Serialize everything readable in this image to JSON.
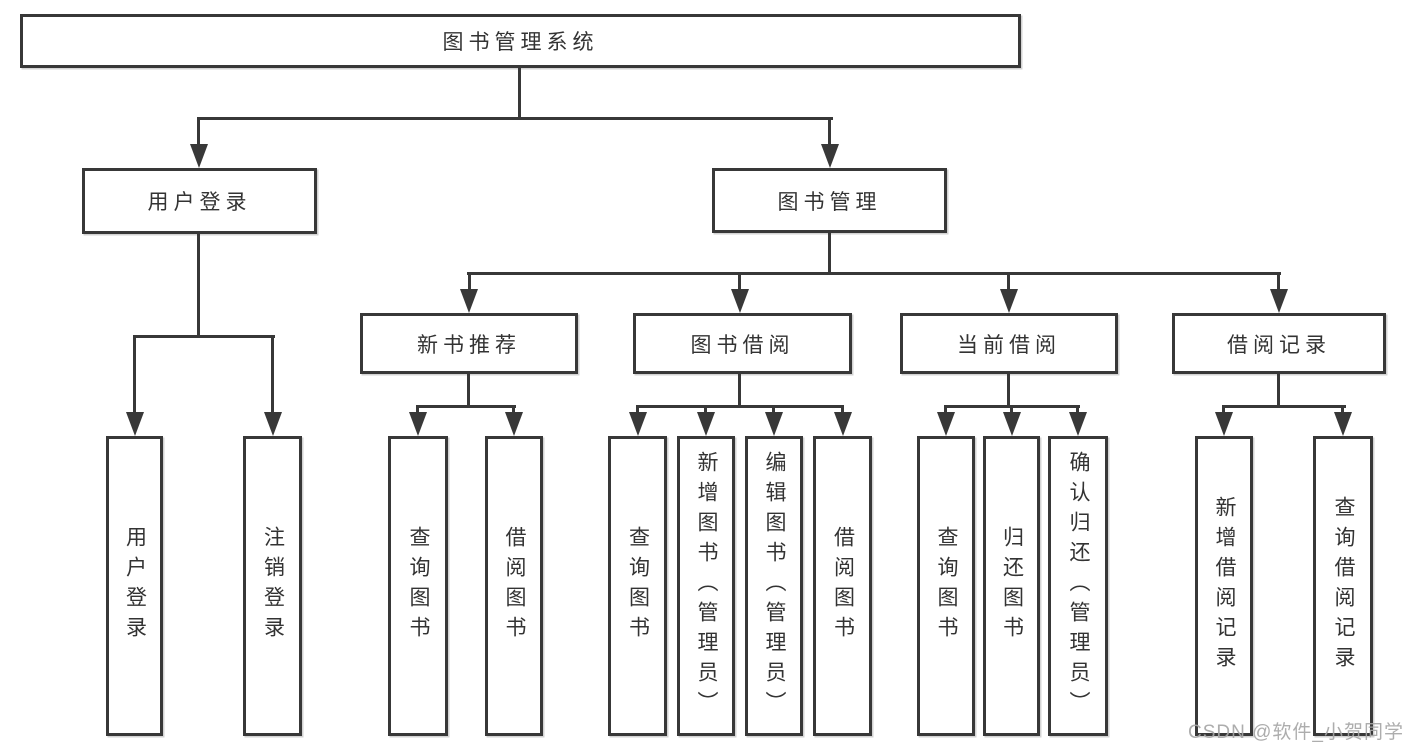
{
  "diagram": {
    "root": {
      "label": "图书管理系统"
    },
    "level2": [
      {
        "label": "用户登录",
        "children": [
          {
            "label": "用户登录"
          },
          {
            "label": "注销登录"
          }
        ]
      },
      {
        "label": "图书管理"
      }
    ],
    "level3": [
      {
        "label": "新书推荐",
        "children": [
          {
            "label": "查询图书"
          },
          {
            "label": "借阅图书"
          }
        ]
      },
      {
        "label": "图书借阅",
        "children": [
          {
            "label": "查询图书"
          },
          {
            "label": "新增图书（管理员）"
          },
          {
            "label": "编辑图书（管理员）"
          },
          {
            "label": "借阅图书"
          }
        ]
      },
      {
        "label": "当前借阅",
        "children": [
          {
            "label": "查询图书"
          },
          {
            "label": "归还图书"
          },
          {
            "label": "确认归还（管理员）"
          }
        ]
      },
      {
        "label": "借阅记录",
        "children": [
          {
            "label": "新增借阅记录"
          },
          {
            "label": "查询借阅记录"
          }
        ]
      }
    ]
  },
  "watermark": {
    "text": "CSDN @软件_小贺同学"
  },
  "colors": {
    "line": "#383838",
    "text": "#333333",
    "watermark": "#a6a6a6",
    "background": "#ffffff"
  }
}
